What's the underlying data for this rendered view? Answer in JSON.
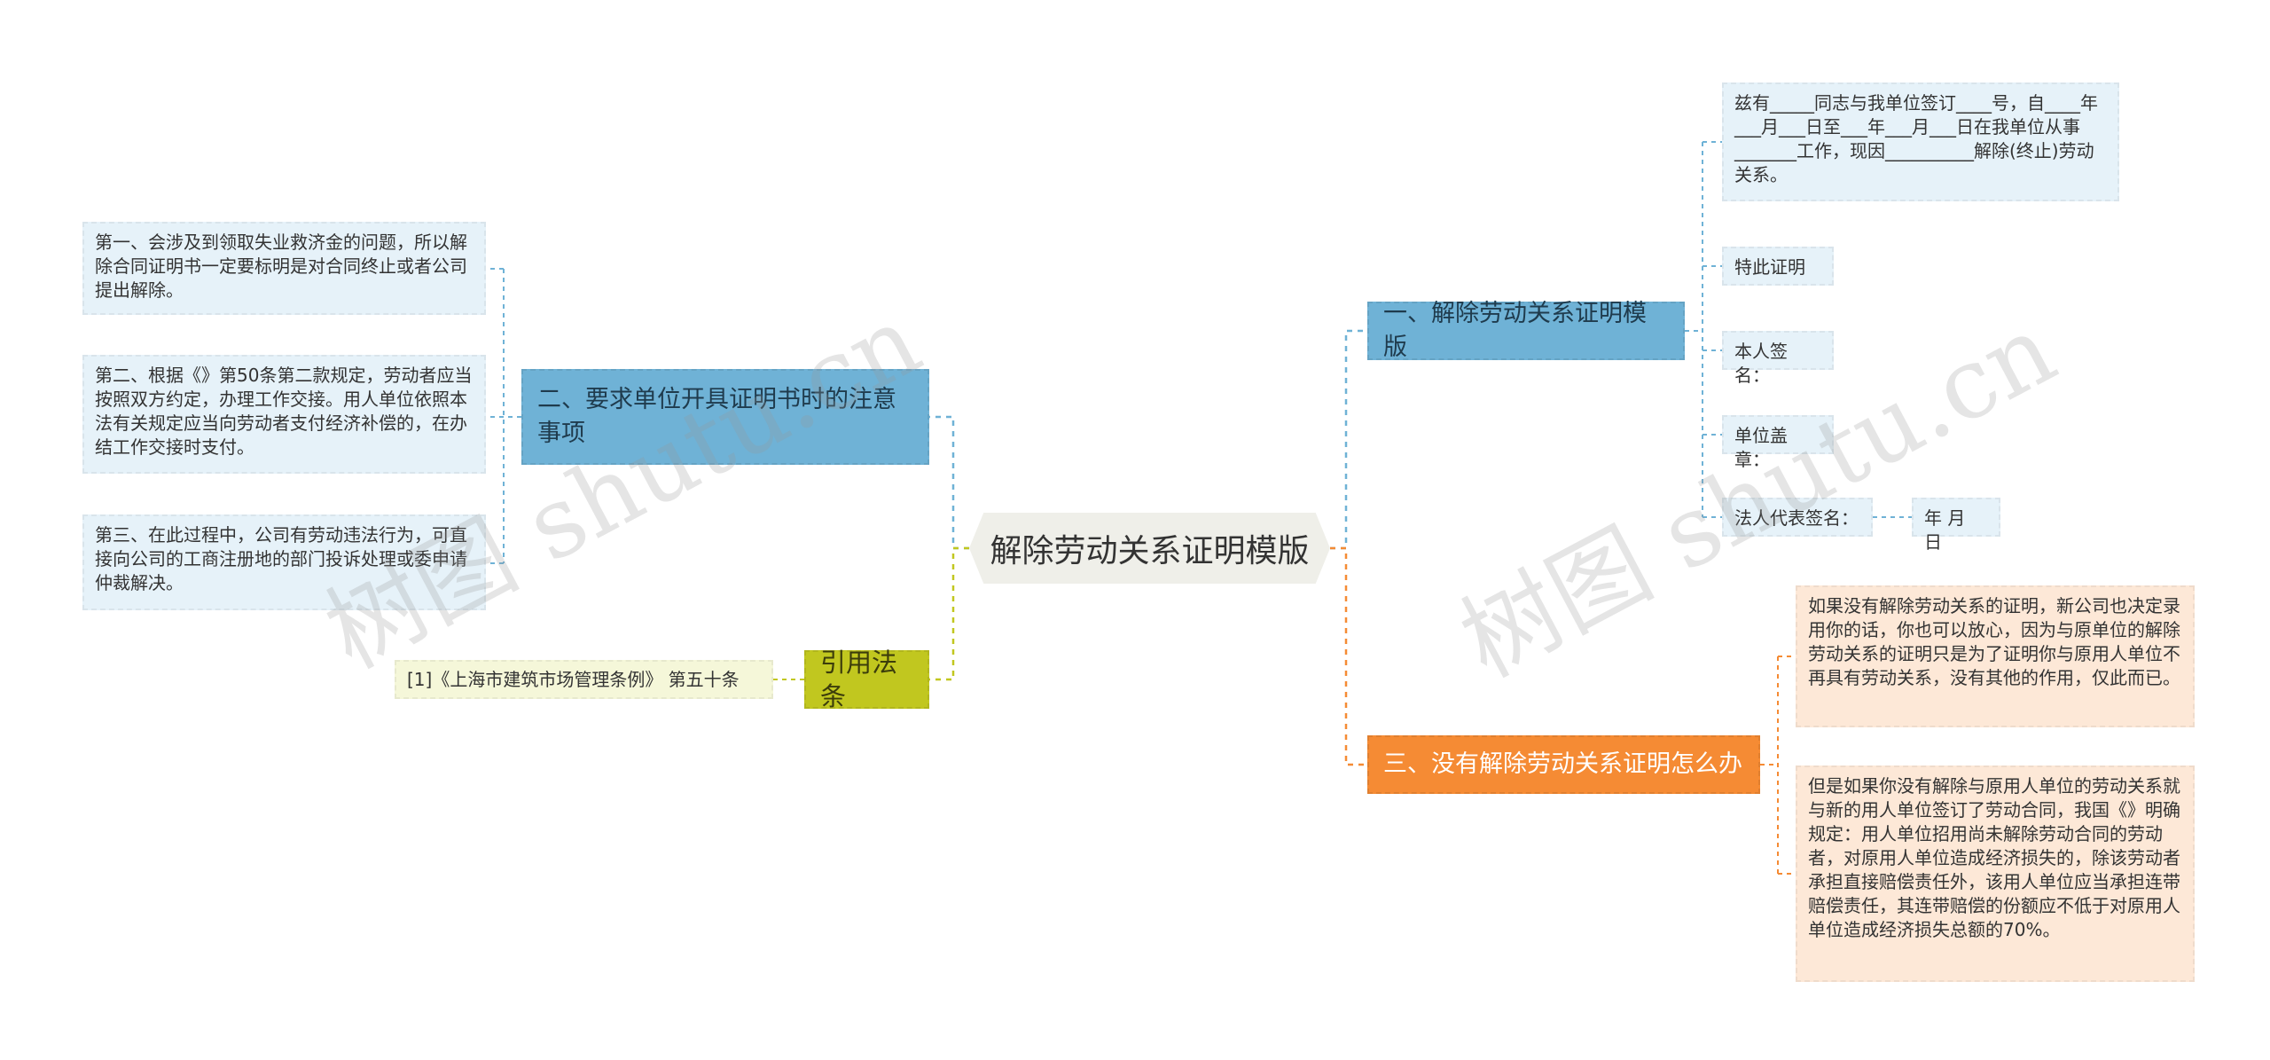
{
  "root": {
    "label": "解除劳动关系证明模版"
  },
  "branch1": {
    "label": "一、解除劳动关系证明模版",
    "template_text": "兹有_____同志与我单位签订____号，自____年___月___日至___年___月___日在我单位从事_______工作，现因__________解除(终止)劳动关系。",
    "certify": "特此证明",
    "personal_signature": "本人签名：",
    "unit_seal": "单位盖章：",
    "legal_rep_signature": "法人代表签名：",
    "date": "年 月 日"
  },
  "branch2": {
    "label": "二、要求单位开具证明书时的注意事项",
    "point1": "第一、会涉及到领取失业救济金的问题，所以解除合同证明书一定要标明是对合同终止或者公司提出解除。",
    "point2": "第二、根据《》第50条第二款规定，劳动者应当按照双方约定，办理工作交接。用人单位依照本法有关规定应当向劳动者支付经济补偿的，在办结工作交接时支付。",
    "point3": "第三、在此过程中，公司有劳动违法行为，可直接向公司的工商注册地的部门投诉处理或委申请仲裁解决。"
  },
  "branch3": {
    "label": "三、没有解除劳动关系证明怎么办",
    "answer1": "如果没有解除劳动关系的证明，新公司也决定录用你的话，你也可以放心，因为与原单位的解除劳动关系的证明只是为了证明你与原用人单位不再具有劳动关系，没有其他的作用，仅此而已。",
    "answer2": "但是如果你没有解除与原用人单位的劳动关系就与新的用人单位签订了劳动合同，我国《》明确规定：用人单位招用尚未解除劳动合同的劳动者，对原用人单位造成经济损失的，除该劳动者承担直接赔偿责任外，该用人单位应当承担连带赔偿责任，其连带赔偿的份额应不低于对原用人单位造成经济损失总额的70%。"
  },
  "branch4": {
    "label": "引用法条",
    "citation": "[1]《上海市建筑市场管理条例》 第五十条"
  },
  "watermark": "树图 shutu.cn",
  "colors": {
    "blue": "#6fb2d6",
    "orange": "#f58b34",
    "green": "#c1c71f",
    "center": "#efefe9"
  }
}
